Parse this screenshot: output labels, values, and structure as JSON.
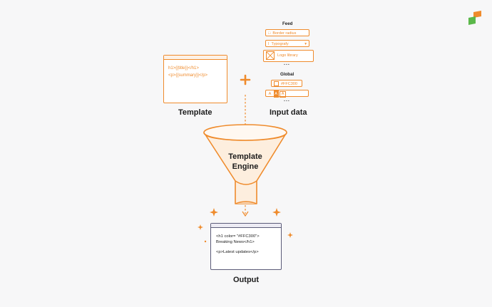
{
  "template": {
    "code_line1": "h1>{{title}}</h1>",
    "code_line2": "<p>{{summary}}</p>",
    "label": "Template"
  },
  "input_data": {
    "label": "Input data",
    "feed": {
      "header": "Feed",
      "items": [
        "Border radius",
        "Typografy",
        "Logo library"
      ]
    },
    "global": {
      "header": "Global",
      "color_value": "#FFC300",
      "font_samples": [
        "A",
        "A",
        "A"
      ]
    },
    "ellipsis": "..."
  },
  "engine": {
    "line1": "Template",
    "line2": "Engine"
  },
  "output": {
    "label": "Output",
    "line1": "<h1 color= \"#FFC300\">",
    "line2": "Breaking News</h1>",
    "line3": "<p>Latest updates</p>"
  },
  "colors": {
    "accent": "#EF8B2C",
    "output_border": "#5B5B78",
    "logo_green": "#5BB84A"
  }
}
